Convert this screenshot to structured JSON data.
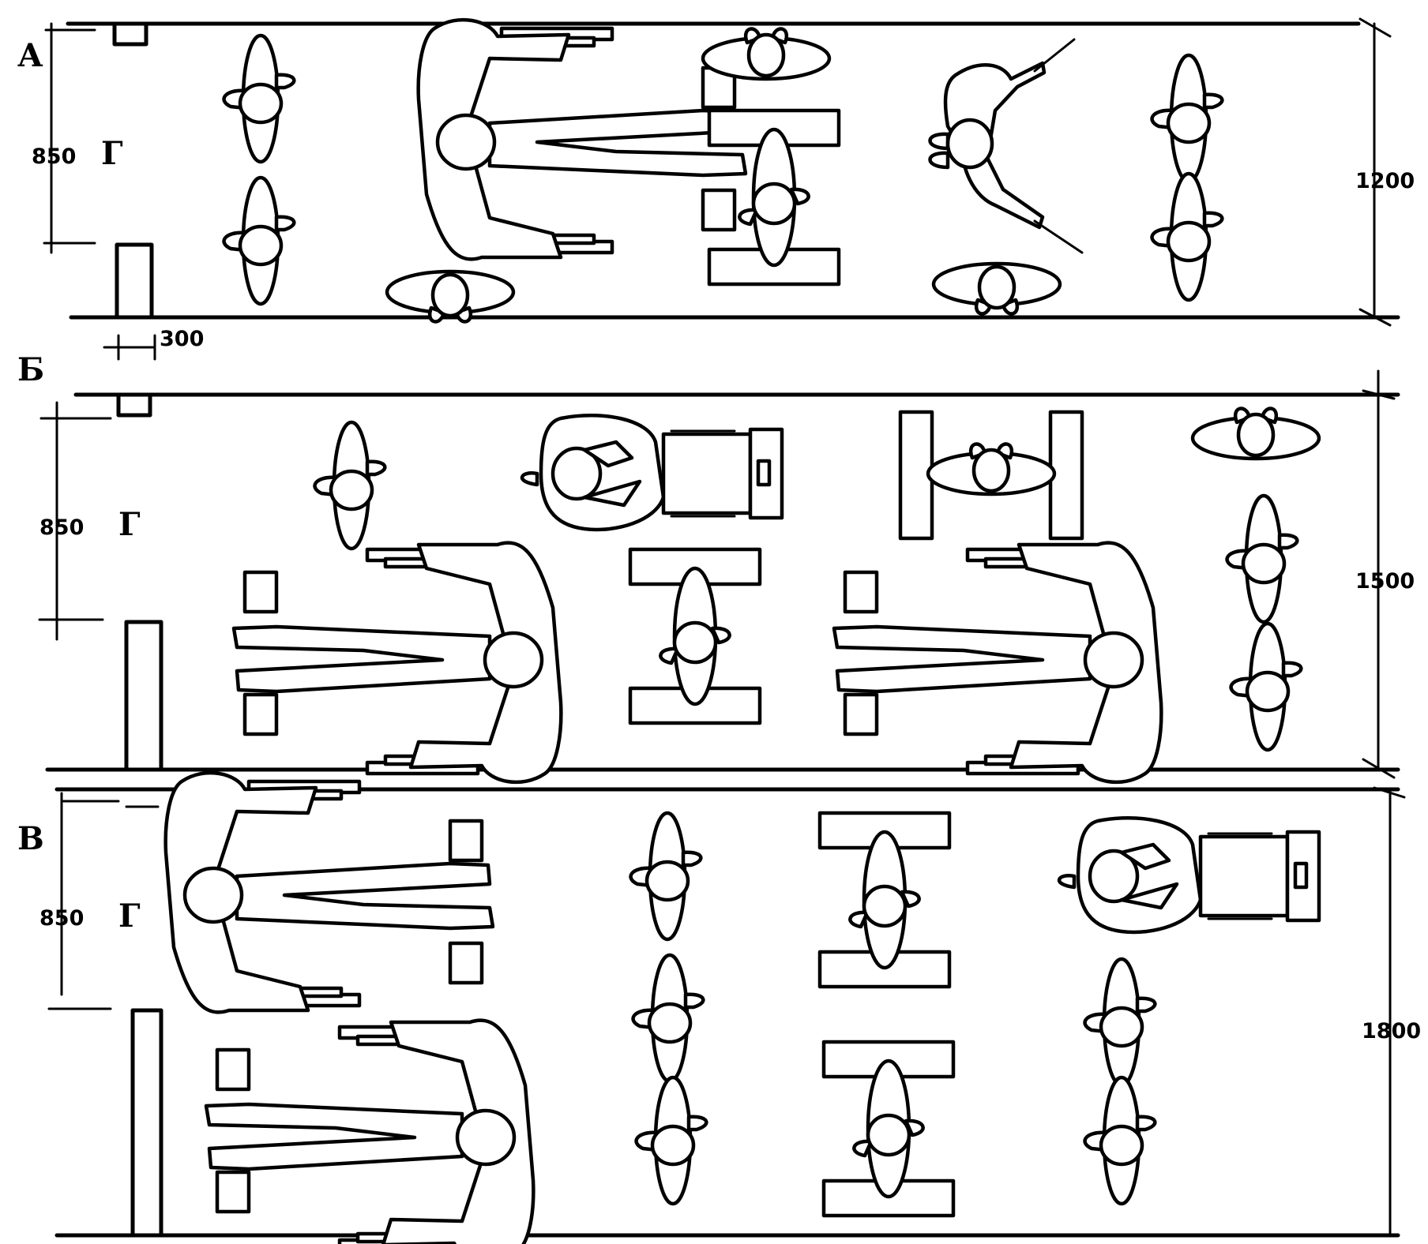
{
  "panels": [
    {
      "letter": "А",
      "height_label": "1200",
      "door_width_label": "850",
      "door_symbol": "Г",
      "wall_label": "300"
    },
    {
      "letter": "Б",
      "height_label": "1500",
      "door_width_label": "850",
      "door_symbol": "Г"
    },
    {
      "letter": "В",
      "height_label": "1800",
      "door_width_label": "850",
      "door_symbol": "Г"
    }
  ]
}
